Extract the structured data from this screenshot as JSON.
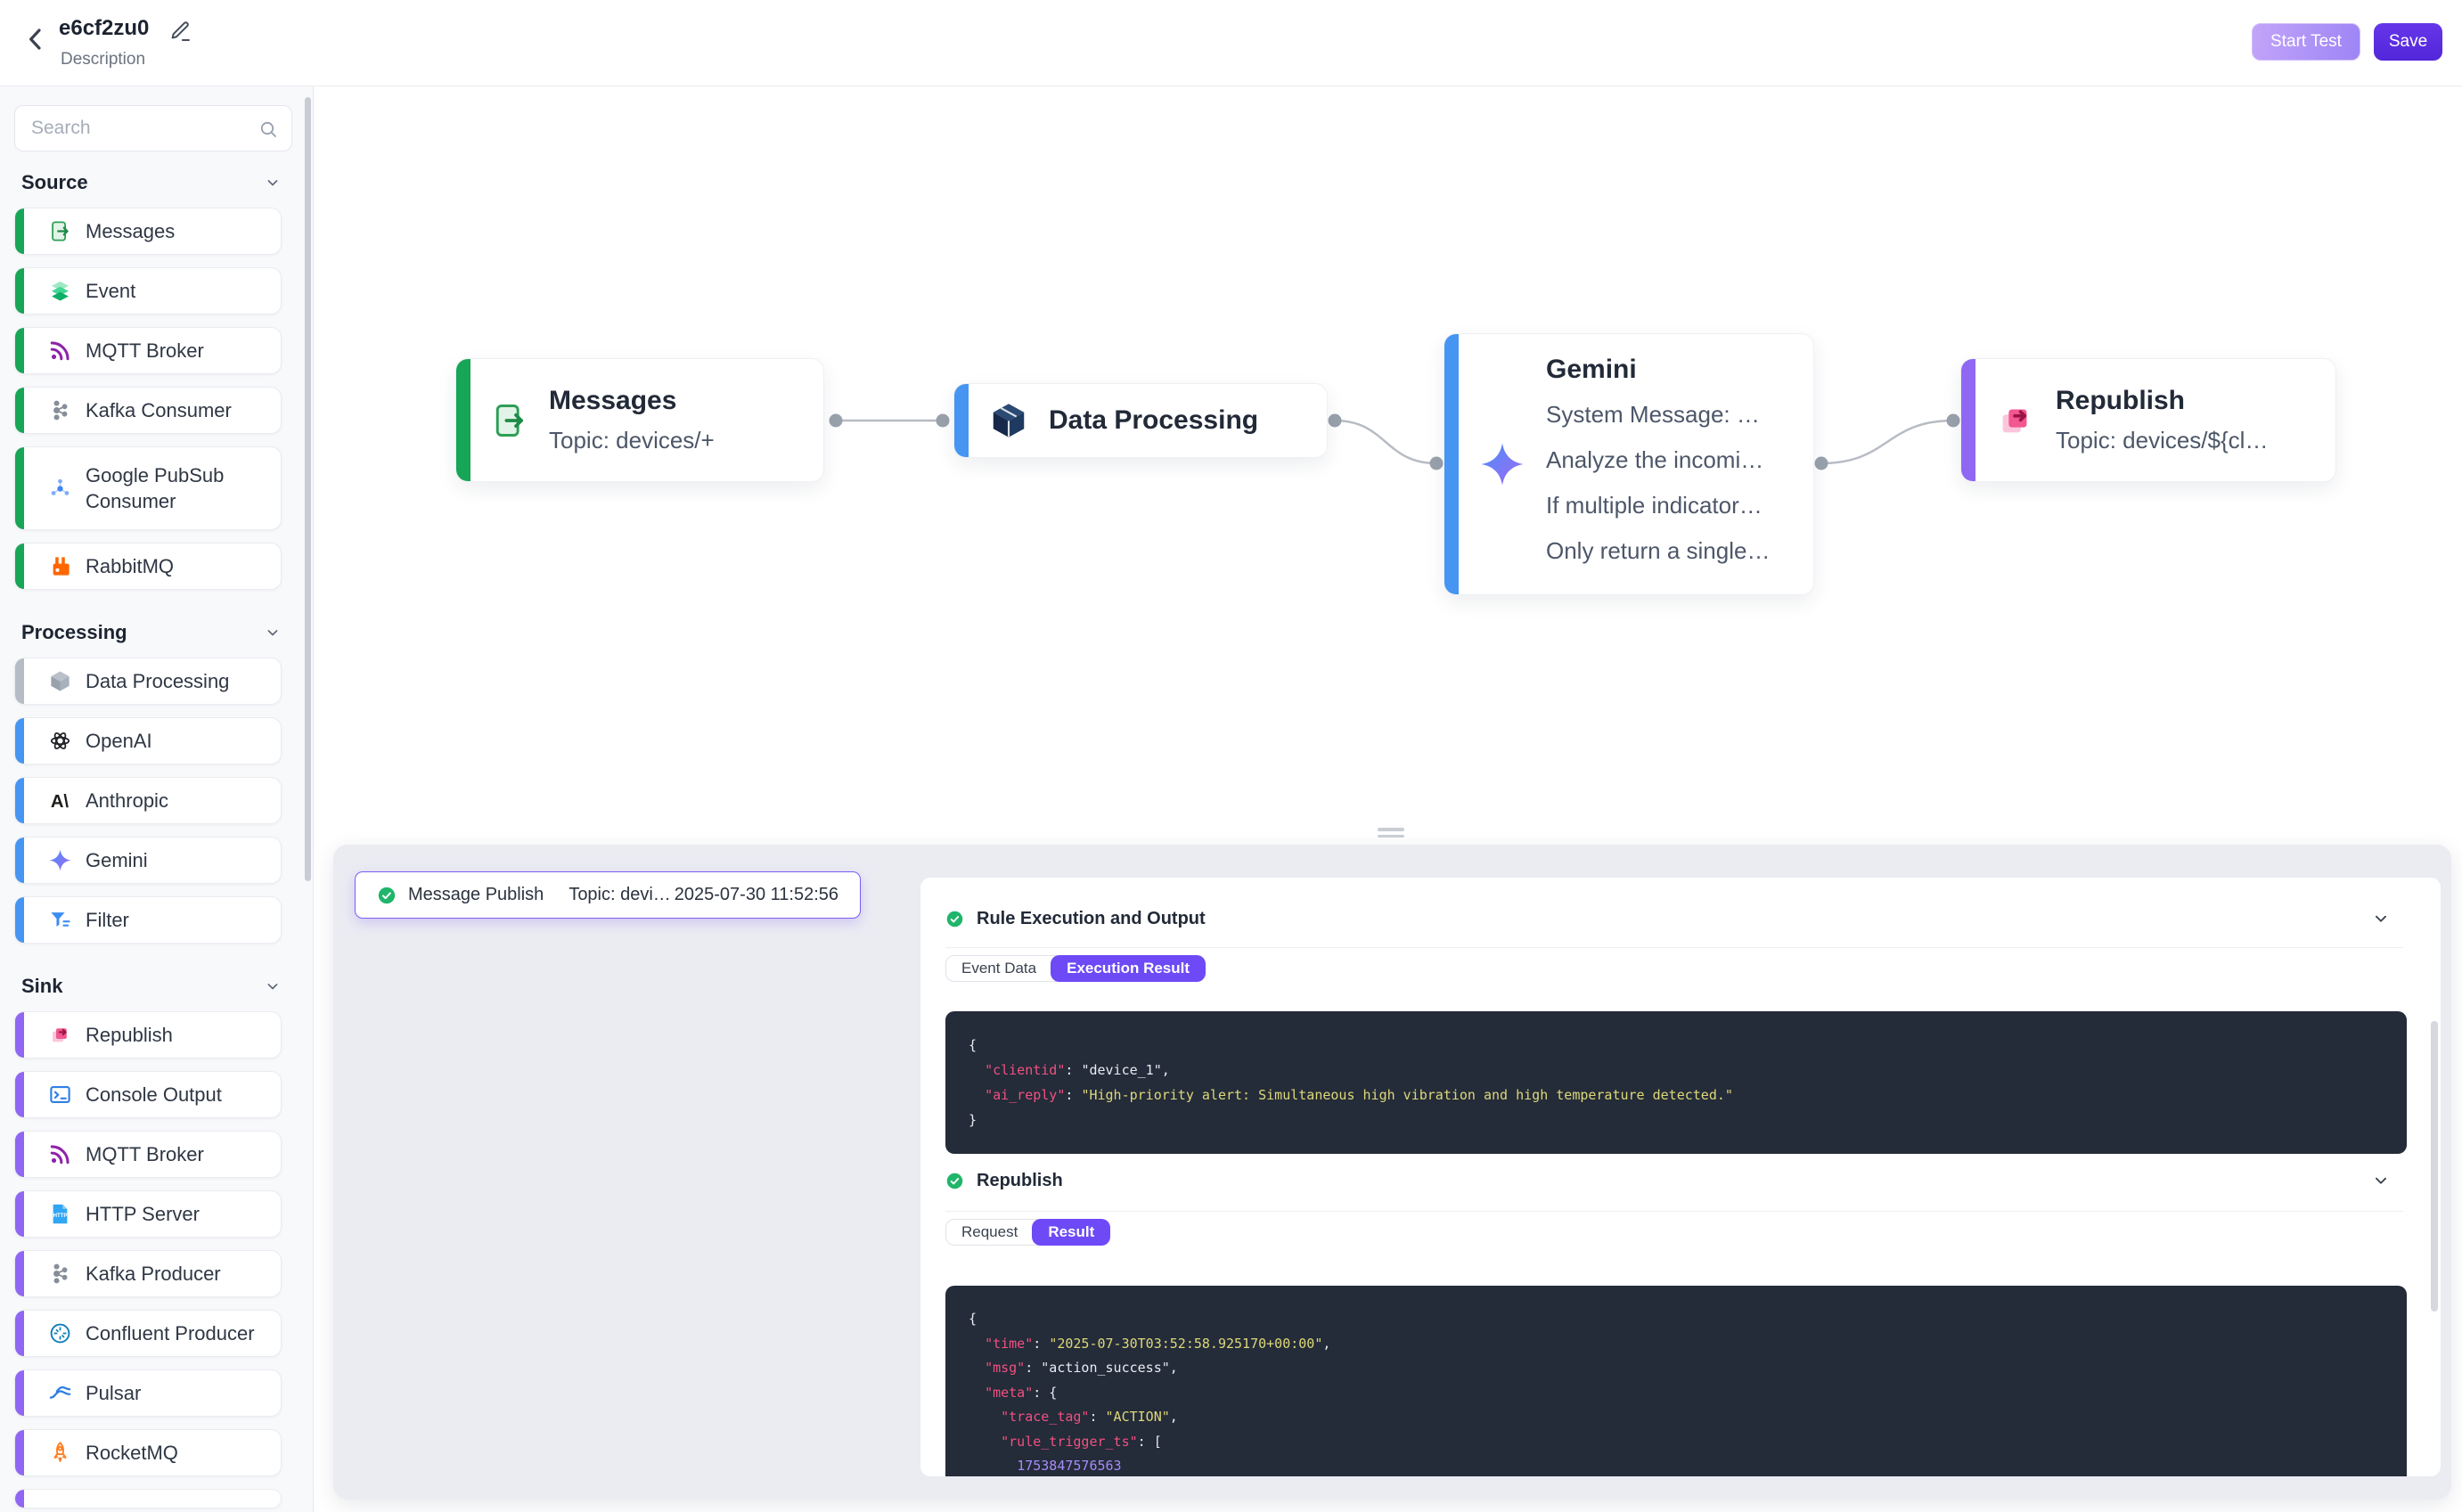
{
  "header": {
    "title": "e6cf2zu0",
    "description": "Description",
    "start_test_label": "Start Test",
    "save_label": "Save"
  },
  "colors": {
    "primary_button": "#5226d9",
    "tab_active": "#6d4af5",
    "success_green": "#1fb56b",
    "source_accent": "#17a556",
    "processing_accent": "#4695f2",
    "processing_gray_accent": "#b6bcc6",
    "sink_accent": "#8f67f3",
    "code_background": "#242b39",
    "code_key": "#f0517f",
    "code_string_yellow": "#ded878",
    "code_number": "#a78bfa"
  },
  "sidebar": {
    "search_placeholder": "Search",
    "sections": [
      {
        "label": "Source",
        "items": [
          {
            "label": "Messages",
            "icon": "messages",
            "accent": "#17a556"
          },
          {
            "label": "Event",
            "icon": "event",
            "accent": "#17a556"
          },
          {
            "label": "MQTT Broker",
            "icon": "mqtt",
            "accent": "#17a556"
          },
          {
            "label": "Kafka Consumer",
            "icon": "kafka",
            "accent": "#17a556"
          },
          {
            "label": "Google PubSub Consumer",
            "lines": [
              "Google PubSub",
              "Consumer"
            ],
            "icon": "pubsub",
            "accent": "#17a556"
          },
          {
            "label": "RabbitMQ",
            "icon": "rabbitmq",
            "accent": "#17a556"
          }
        ]
      },
      {
        "label": "Processing",
        "items": [
          {
            "label": "Data Processing",
            "icon": "cube-gray",
            "accent": "#b6bcc6"
          },
          {
            "label": "OpenAI",
            "icon": "openai",
            "accent": "#4695f2"
          },
          {
            "label": "Anthropic",
            "icon": "anthropic",
            "accent": "#4695f2"
          },
          {
            "label": "Gemini",
            "icon": "gemini",
            "accent": "#4695f2"
          },
          {
            "label": "Filter",
            "icon": "filter",
            "accent": "#4695f2"
          }
        ]
      },
      {
        "label": "Sink",
        "items": [
          {
            "label": "Republish",
            "icon": "republish",
            "accent": "#8f67f3"
          },
          {
            "label": "Console Output",
            "icon": "console",
            "accent": "#8f67f3"
          },
          {
            "label": "MQTT Broker",
            "icon": "mqtt",
            "accent": "#8f67f3"
          },
          {
            "label": "HTTP Server",
            "icon": "http",
            "accent": "#8f67f3"
          },
          {
            "label": "Kafka Producer",
            "icon": "kafka",
            "accent": "#8f67f3"
          },
          {
            "label": "Confluent Producer",
            "icon": "confluent",
            "accent": "#8f67f3"
          },
          {
            "label": "Pulsar",
            "icon": "pulsar",
            "accent": "#8f67f3"
          },
          {
            "label": "RocketMQ",
            "icon": "rocketmq",
            "accent": "#8f67f3"
          },
          {
            "label": "",
            "icon": "",
            "accent": "#8f67f3",
            "partial": true
          }
        ]
      }
    ]
  },
  "canvas": {
    "nodes": [
      {
        "title": "Messages",
        "subtitle": "Topic: devices/+"
      },
      {
        "title": "Data Processing"
      },
      {
        "title": "Gemini",
        "lines": [
          "System Message: …",
          "Analyze the incomi…",
          "If multiple indicator…",
          "Only return a single…"
        ]
      },
      {
        "title": "Republish",
        "subtitle": "Topic: devices/${cl…"
      }
    ]
  },
  "bottom_panel": {
    "event_item": {
      "label": "Message Publish",
      "topic": "Topic: devi…",
      "timestamp": "2025-07-30 11:52:56"
    },
    "sections": [
      {
        "title": "Rule Execution and Output",
        "tabs": [
          "Event Data",
          "Execution Result"
        ],
        "active_tab": "Execution Result",
        "code": [
          [
            [
              "p",
              "{"
            ]
          ],
          [
            [
              "p",
              "  "
            ],
            [
              "k",
              "\"clientid\""
            ],
            [
              "p",
              ": "
            ],
            [
              "s",
              "\"device_1\""
            ],
            [
              "p",
              ","
            ]
          ],
          [
            [
              "p",
              "  "
            ],
            [
              "k",
              "\"ai_reply\""
            ],
            [
              "p",
              ": "
            ],
            [
              "y",
              "\"High-priority alert: Simultaneous high vibration and high temperature detected.\""
            ]
          ],
          [
            [
              "p",
              "}"
            ]
          ]
        ]
      },
      {
        "title": "Republish",
        "tabs": [
          "Request",
          "Result"
        ],
        "active_tab": "Result",
        "code": [
          [
            [
              "p",
              "{"
            ]
          ],
          [
            [
              "p",
              "  "
            ],
            [
              "k",
              "\"time\""
            ],
            [
              "p",
              ": "
            ],
            [
              "y",
              "\"2025-07-30T03:52:58.925170+00:00\""
            ],
            [
              "p",
              ","
            ]
          ],
          [
            [
              "p",
              "  "
            ],
            [
              "k",
              "\"msg\""
            ],
            [
              "p",
              ": "
            ],
            [
              "s",
              "\"action_success\""
            ],
            [
              "p",
              ","
            ]
          ],
          [
            [
              "p",
              "  "
            ],
            [
              "k",
              "\"meta\""
            ],
            [
              "p",
              ": {"
            ]
          ],
          [
            [
              "p",
              "    "
            ],
            [
              "k",
              "\"trace_tag\""
            ],
            [
              "p",
              ": "
            ],
            [
              "y",
              "\"ACTION\""
            ],
            [
              "p",
              ","
            ]
          ],
          [
            [
              "p",
              "    "
            ],
            [
              "k",
              "\"rule_trigger_ts\""
            ],
            [
              "p",
              ": ["
            ]
          ],
          [
            [
              "p",
              "      "
            ],
            [
              "n",
              "1753847576563"
            ]
          ]
        ]
      }
    ]
  }
}
